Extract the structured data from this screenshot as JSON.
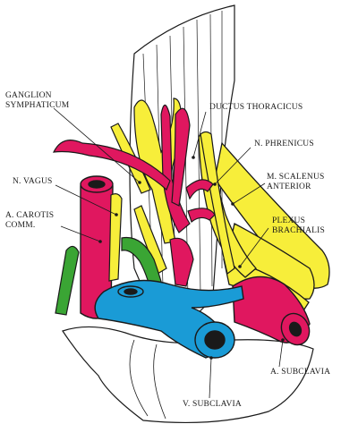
{
  "labels": {
    "ganglion_line1": "GANGLION",
    "ganglion_line2": "SYMPHATICUM",
    "ductus": "DUCTUS THORACICUS",
    "phrenicus": "N. PHRENICUS",
    "vagus": "N. VAGUS",
    "scalenus_line1": "M. SCALENUS",
    "scalenus_line2": "ANTERIOR",
    "carotis_line1": "A. CAROTIS",
    "carotis_line2": "COMM.",
    "plexus_line1": "PLEXUS",
    "plexus_line2": "BRACHIALIS",
    "subclavia_a": "A. SUBCLAVIA",
    "subclavia_v": "V. SUBCLAVIA"
  },
  "colors": {
    "artery": "#e0175f",
    "vein": "#1a9bd6",
    "nerve": "#f7ee3a",
    "vagus": "#3aa534",
    "outline": "#1a1a1a",
    "tissue": "#ffffff"
  }
}
